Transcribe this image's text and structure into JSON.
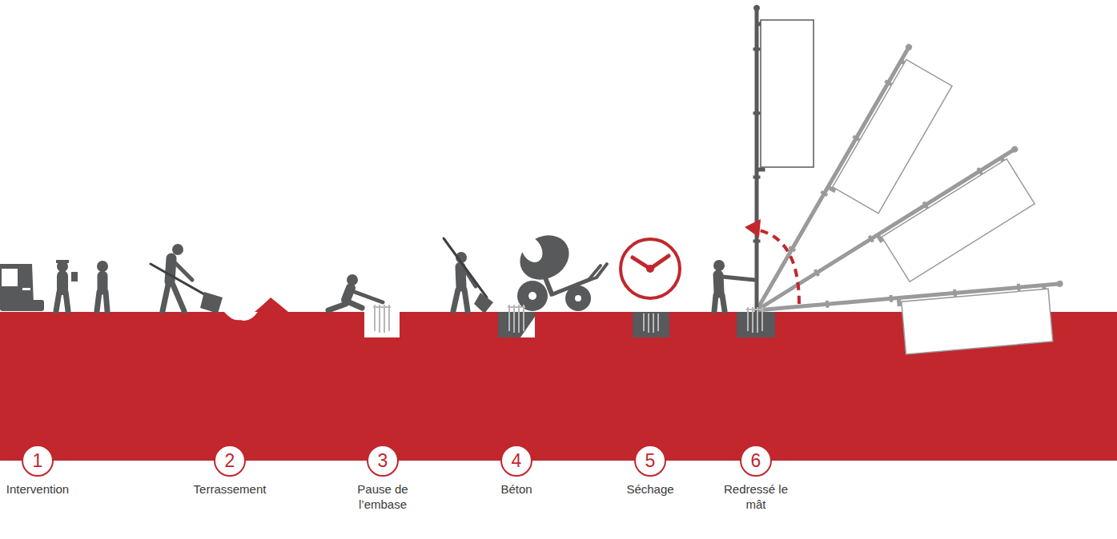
{
  "diagram": {
    "nodes": [
      {
        "text": [
          "1",
          "Intervention"
        ]
      },
      {
        "text": [
          "2",
          "Terrassement"
        ]
      },
      {
        "text": [
          "3",
          "Pause de l’embase"
        ]
      },
      {
        "text": [
          "4",
          "Béton"
        ]
      },
      {
        "text": [
          "5",
          "Séchage"
        ]
      },
      {
        "text": [
          "6",
          "Redressé le mât"
        ]
      }
    ]
  }
}
